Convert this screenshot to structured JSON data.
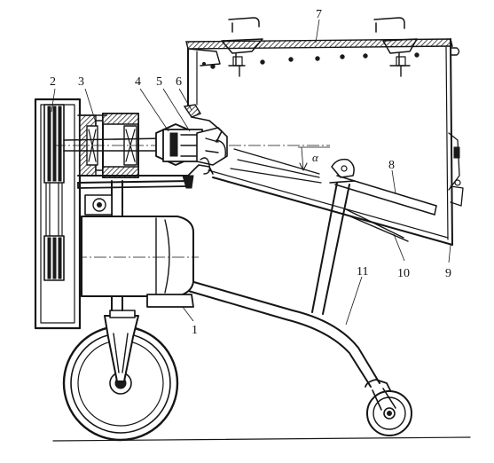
{
  "figure": {
    "labels": {
      "l1": "1",
      "l2": "2",
      "l3": "3",
      "l4": "4",
      "l5": "5",
      "l6": "6",
      "l7": "7",
      "l8": "8",
      "l9": "9",
      "l10": "10",
      "l11": "11",
      "angle": "α"
    }
  }
}
